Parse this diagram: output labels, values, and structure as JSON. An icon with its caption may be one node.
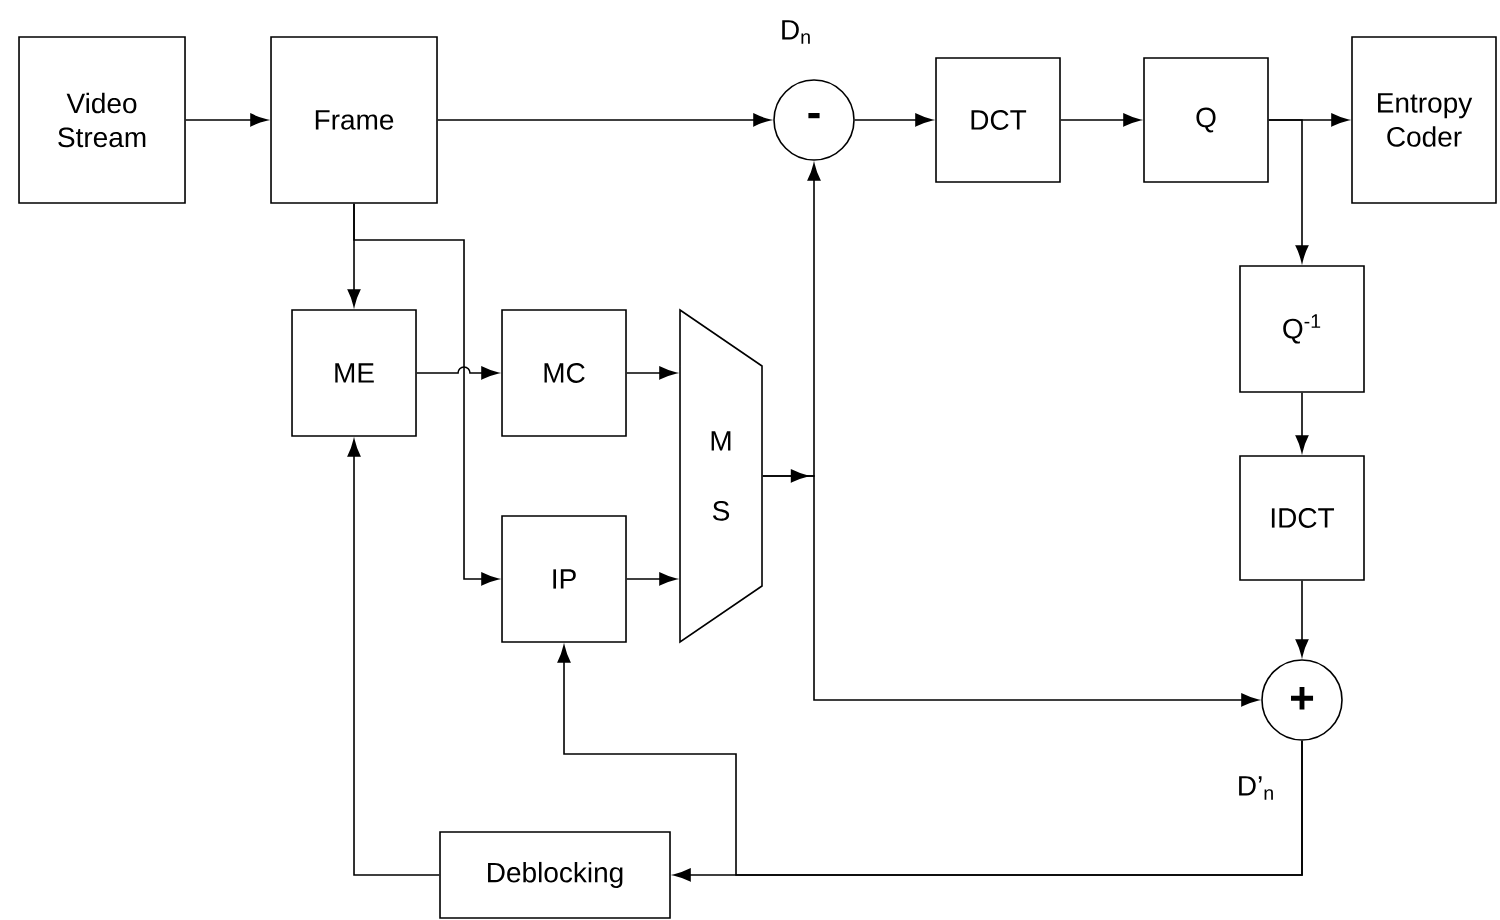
{
  "diagram": {
    "nodes": [
      {
        "text": [
          "Video Stream"
        ]
      },
      {
        "text": [
          "Frame"
        ]
      },
      {
        "text": [
          "-"
        ],
        "beside": [
          "D$_{n}$"
        ]
      },
      {
        "text": [
          "DCT"
        ]
      },
      {
        "text": [
          "Q"
        ]
      },
      {
        "text": [
          "Entropy Coder"
        ]
      },
      {
        "text": [
          "ME"
        ]
      },
      {
        "text": [
          "MC"
        ]
      },
      {
        "text": [
          "M S"
        ]
      },
      {
        "text": [
          "Q$^{-1}$"
        ]
      },
      {
        "text": [
          "IP"
        ]
      },
      {
        "text": [
          "IDCT"
        ]
      },
      {
        "text": [
          "+"
        ],
        "beside": [
          "D’$_{n}$"
        ]
      },
      {
        "text": [
          "Deblocking"
        ]
      }
    ],
    "edges": [
      {
        "from": 0,
        "to": 1,
        "arrow": "to"
      },
      {
        "from": 1,
        "to": 2,
        "arrow": "to"
      },
      {
        "from": 2,
        "to": 3,
        "arrow": "to"
      },
      {
        "from": 3,
        "to": 4,
        "arrow": "to"
      },
      {
        "from": 4,
        "to": 5,
        "arrow": "to"
      },
      {
        "from": 4,
        "to": 9,
        "arrow": "to"
      },
      {
        "from": 9,
        "to": 11,
        "arrow": "to"
      },
      {
        "from": 11,
        "to": 12,
        "arrow": "to"
      },
      {
        "from": 1,
        "to": 6,
        "arrow": "to"
      },
      {
        "from": 1,
        "to": 10,
        "arrow": "to"
      },
      {
        "from": 6,
        "to": 7,
        "arrow": "to"
      },
      {
        "from": 7,
        "to": 8,
        "arrow": "to"
      },
      {
        "from": 10,
        "to": 8,
        "arrow": "to"
      },
      {
        "from": 8,
        "to": 2,
        "arrow": "to"
      },
      {
        "from": 8,
        "to": 12,
        "arrow": "to"
      },
      {
        "from": 12,
        "to": 13,
        "arrow": "to"
      },
      {
        "from": 12,
        "to": 10,
        "arrow": "to"
      },
      {
        "from": 13,
        "to": 6,
        "arrow": "to"
      }
    ]
  }
}
